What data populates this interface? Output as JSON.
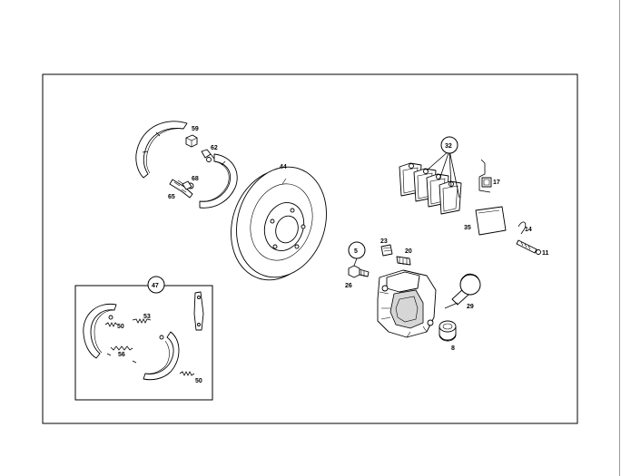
{
  "callouts": {
    "c59": "59",
    "c62": "62",
    "c68": "68",
    "c65": "65",
    "c44": "44",
    "c32": "32",
    "c17": "17",
    "c35": "35",
    "c14": "14",
    "c11": "11",
    "c23": "23",
    "c20": "20",
    "c5": "5",
    "c26": "26",
    "c29": "29",
    "c8": "8",
    "c47": "47",
    "c53": "53",
    "c50a": "50",
    "c56": "56",
    "c50b": "50"
  }
}
